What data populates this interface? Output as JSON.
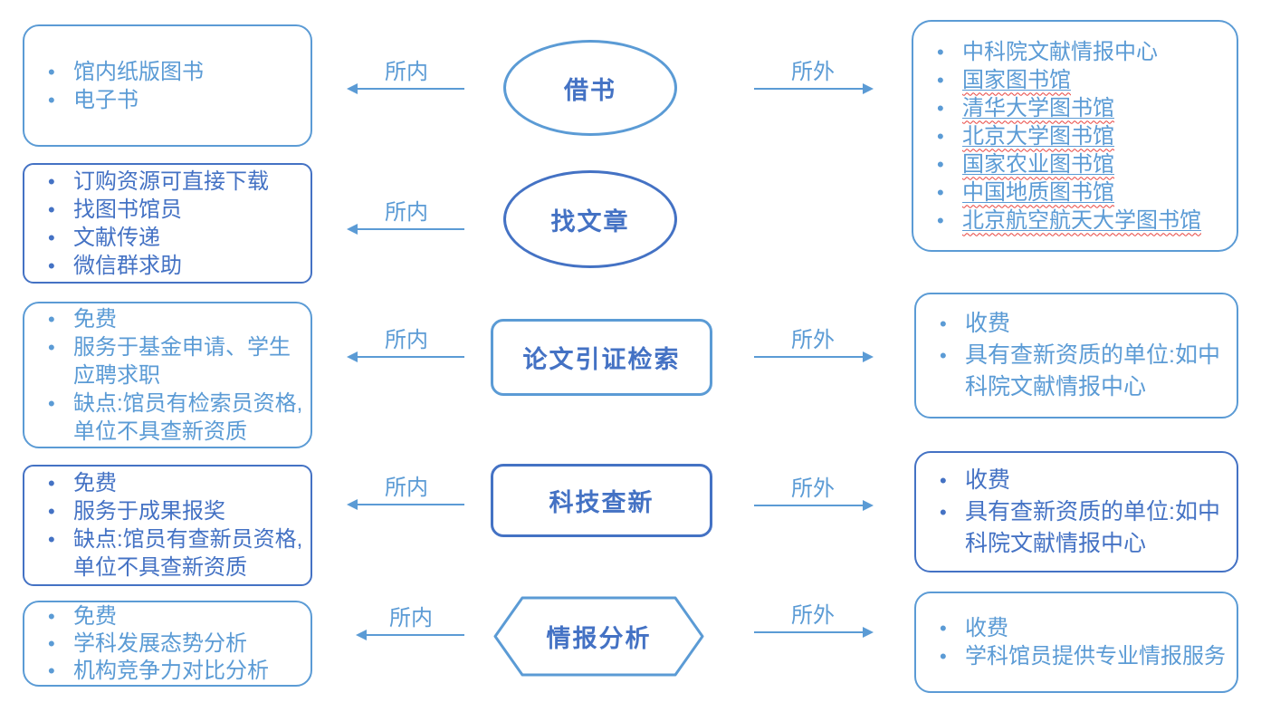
{
  "colors": {
    "accent_light": "#5B9BD5",
    "accent_dark": "#4472C4",
    "spellcheck_squiggle": "#E8433E",
    "background": "#FFFFFF"
  },
  "arrow_labels": {
    "inside": "所内",
    "outside": "所外"
  },
  "rows": [
    {
      "shape_label": "借书",
      "left_arrow_label": "所内",
      "right_arrow_label": "所外",
      "left_items": [
        "馆内纸版图书",
        "电子书"
      ],
      "right_items": [
        "中科院文献情报中心",
        {
          "text": "国家图书馆",
          "underline": true
        },
        {
          "text": "清华大学图书馆",
          "underline": true
        },
        {
          "text": "北京大学图书馆",
          "underline": true
        },
        {
          "text": "国家农业图书馆",
          "underline": true
        },
        {
          "text": "中国地质图书馆",
          "underline": true
        },
        {
          "text": "北京航空航天大学图书馆",
          "underline": true
        }
      ]
    },
    {
      "shape_label": "找文章",
      "left_arrow_label": "所内",
      "left_items": [
        "订购资源可直接下载",
        "找图书馆员",
        "文献传递",
        "微信群求助"
      ]
    },
    {
      "shape_label": "论文引证检索",
      "left_arrow_label": "所内",
      "right_arrow_label": "所外",
      "left_items": [
        "免费",
        "服务于基金申请、学生应聘求职",
        "缺点:馆员有检索员资格,单位不具查新资质"
      ],
      "right_items": [
        "收费",
        "具有查新资质的单位:如中科院文献情报中心"
      ]
    },
    {
      "shape_label": "科技查新",
      "left_arrow_label": "所内",
      "right_arrow_label": "所外",
      "left_items": [
        "免费",
        "服务于成果报奖",
        "缺点:馆员有查新员资格,单位不具查新资质"
      ],
      "right_items": [
        "收费",
        "具有查新资质的单位:如中科院文献情报中心"
      ]
    },
    {
      "shape_label": "情报分析",
      "left_arrow_label": "所内",
      "right_arrow_label": "所外",
      "left_items": [
        "免费",
        "学科发展态势分析",
        "机构竞争力对比分析"
      ],
      "right_items": [
        "收费",
        "学科馆员提供专业情报服务"
      ]
    }
  ]
}
